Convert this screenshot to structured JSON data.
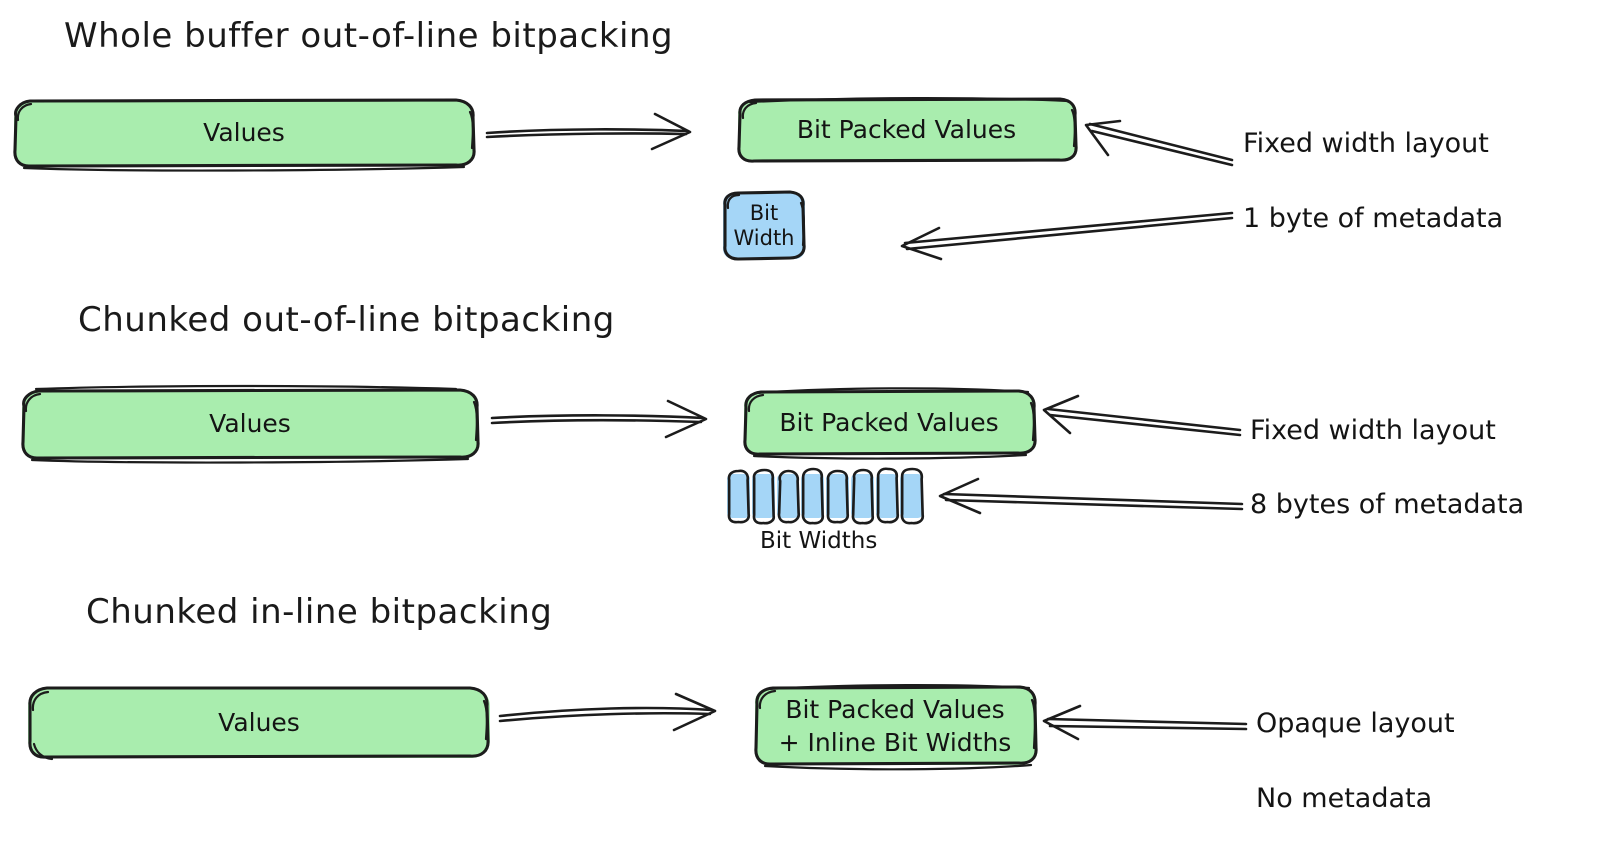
{
  "diagram": {
    "title_style": "hand-drawn whiteboard sketch",
    "palette": {
      "green_fill": "#a9edae",
      "blue_fill": "#a5d6f7",
      "ink": "#1c1c1c",
      "background": "#ffffff"
    },
    "sections": [
      {
        "heading": "Whole buffer out-of-line bitpacking",
        "source_box": "Values",
        "target_box": "Bit Packed Values",
        "metadata_box": "Bit\nWidth",
        "annotations": [
          "Fixed width layout",
          "1 byte of metadata"
        ]
      },
      {
        "heading": "Chunked out-of-line bitpacking",
        "source_box": "Values",
        "target_box": "Bit Packed Values",
        "metadata_caption": "Bit Widths",
        "metadata_cell_count": 8,
        "annotations": [
          "Fixed width layout",
          "8 bytes of metadata"
        ]
      },
      {
        "heading": "Chunked in-line bitpacking",
        "source_box": "Values",
        "target_box": "Bit Packed Values\n+ Inline Bit Widths",
        "annotations": [
          "Opaque layout",
          "No metadata"
        ]
      }
    ]
  }
}
